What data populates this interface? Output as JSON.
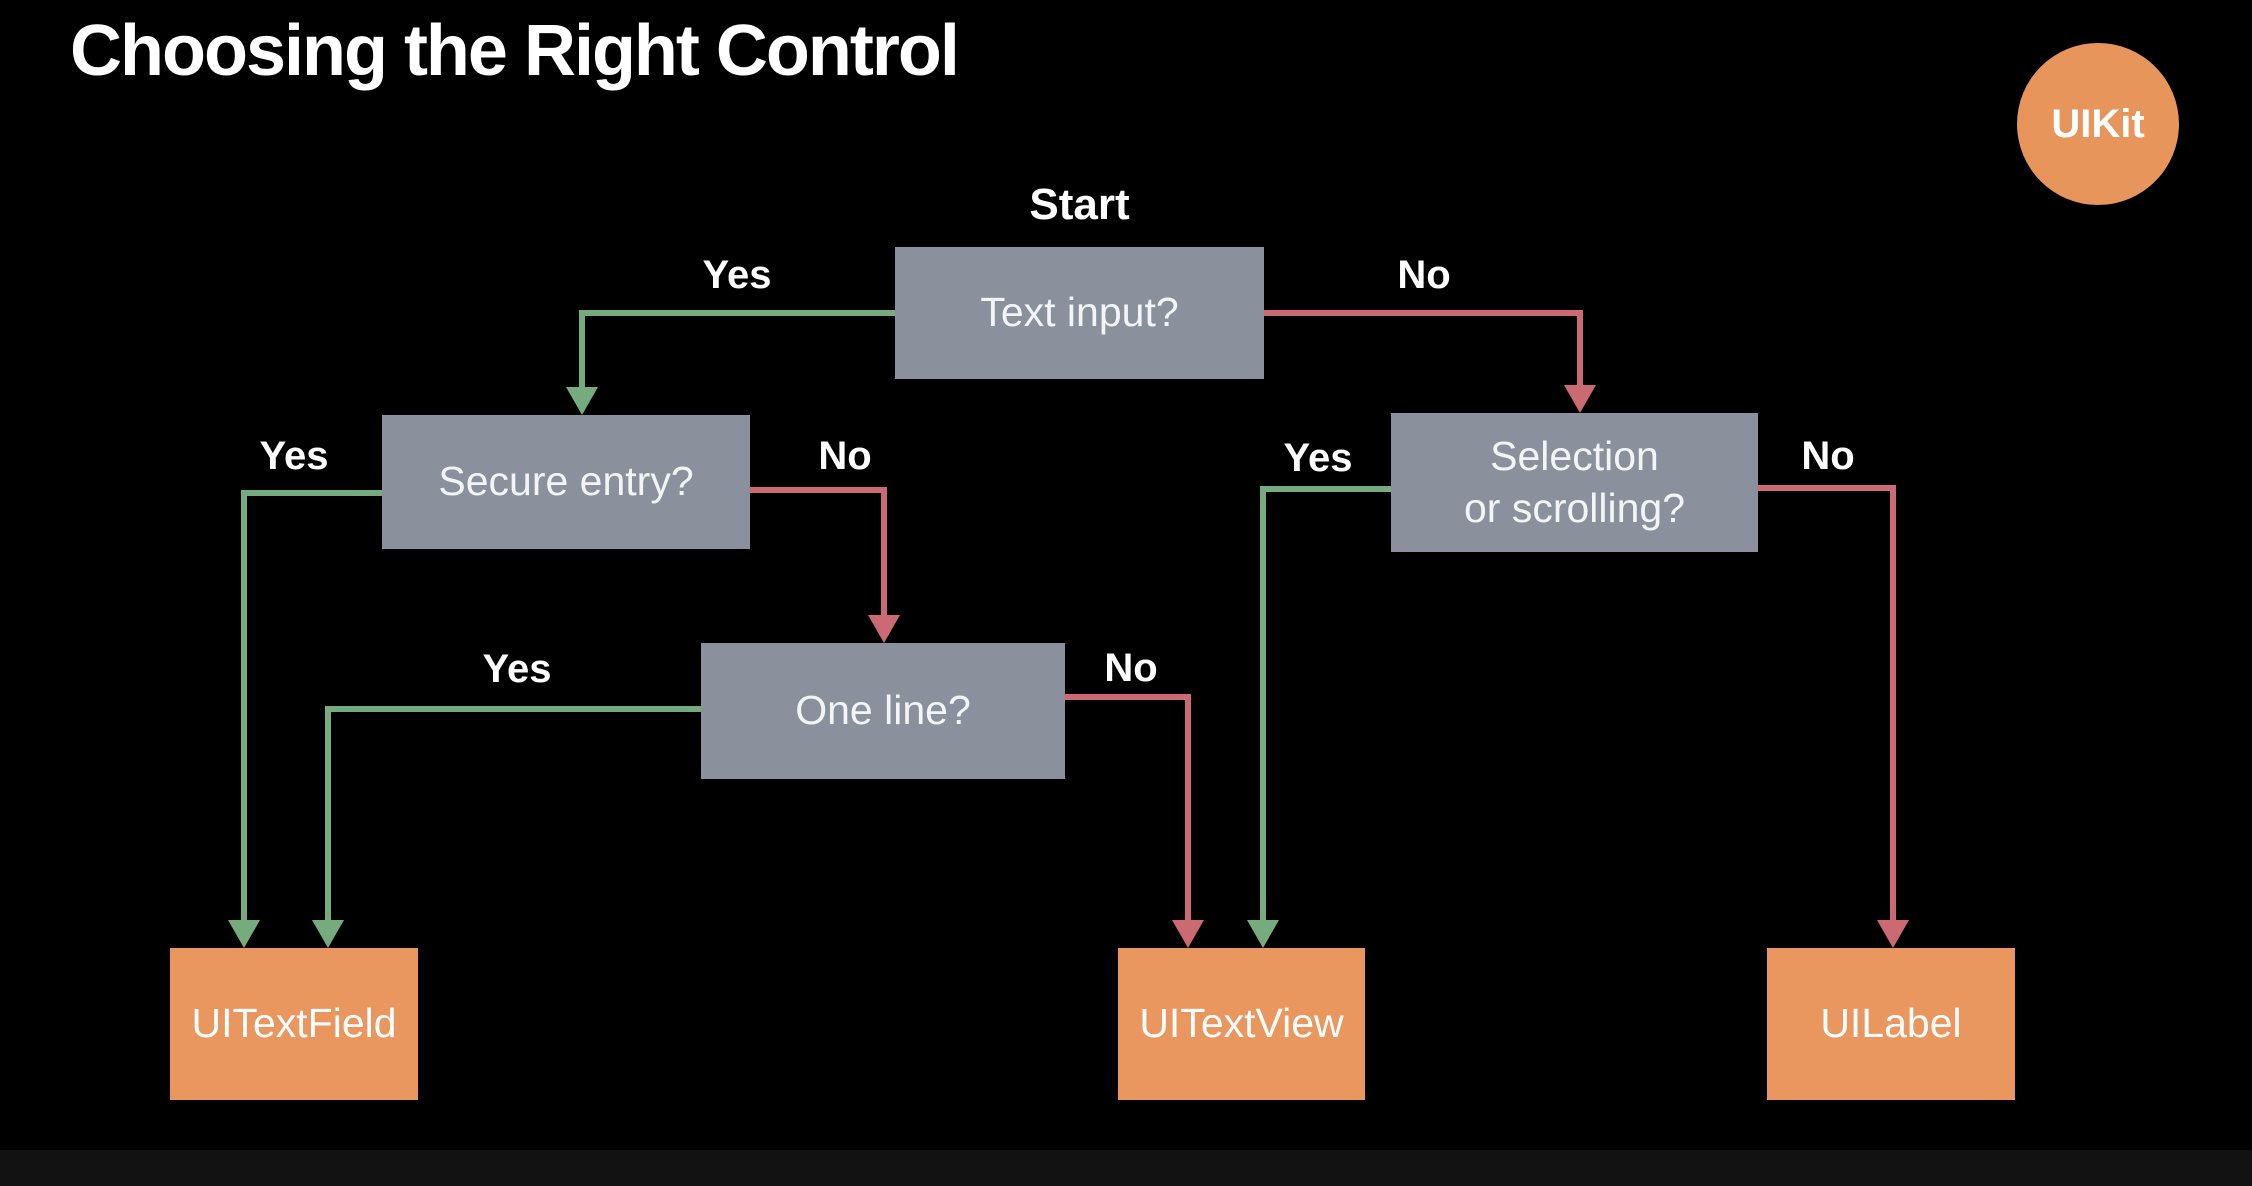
{
  "page": {
    "title": "Choosing the Right Control",
    "badge": "UIKit",
    "start_label": "Start"
  },
  "colors": {
    "background": "#000000",
    "decision_box": "#8A919C",
    "result_box": "#E9975F",
    "badge_circle": "#E8955C",
    "yes_line": "#76AB7E",
    "no_line": "#CB6A72",
    "text": "#FFFFFF"
  },
  "diagram": {
    "type": "decision-flowchart",
    "nodes": [
      {
        "id": "text-input",
        "label": "Text input?",
        "kind": "decision"
      },
      {
        "id": "secure-entry",
        "label": "Secure entry?",
        "kind": "decision"
      },
      {
        "id": "selection-scrolling",
        "label": "Selection\nor scrolling?",
        "kind": "decision"
      },
      {
        "id": "one-line",
        "label": "One line?",
        "kind": "decision"
      },
      {
        "id": "uitextfield",
        "label": "UITextField",
        "kind": "result"
      },
      {
        "id": "uitextview",
        "label": "UITextView",
        "kind": "result"
      },
      {
        "id": "uilabel",
        "label": "UILabel",
        "kind": "result"
      }
    ],
    "edges": [
      {
        "from": "text-input",
        "to": "secure-entry",
        "answer": "Yes",
        "color": "green"
      },
      {
        "from": "text-input",
        "to": "selection-scrolling",
        "answer": "No",
        "color": "red"
      },
      {
        "from": "secure-entry",
        "to": "uitextfield",
        "answer": "Yes",
        "color": "green"
      },
      {
        "from": "secure-entry",
        "to": "one-line",
        "answer": "No",
        "color": "red"
      },
      {
        "from": "one-line",
        "to": "uitextfield",
        "answer": "Yes",
        "color": "green"
      },
      {
        "from": "one-line",
        "to": "uitextview",
        "answer": "No",
        "color": "red"
      },
      {
        "from": "selection-scrolling",
        "to": "uitextview",
        "answer": "Yes",
        "color": "green"
      },
      {
        "from": "selection-scrolling",
        "to": "uilabel",
        "answer": "No",
        "color": "red"
      }
    ]
  }
}
